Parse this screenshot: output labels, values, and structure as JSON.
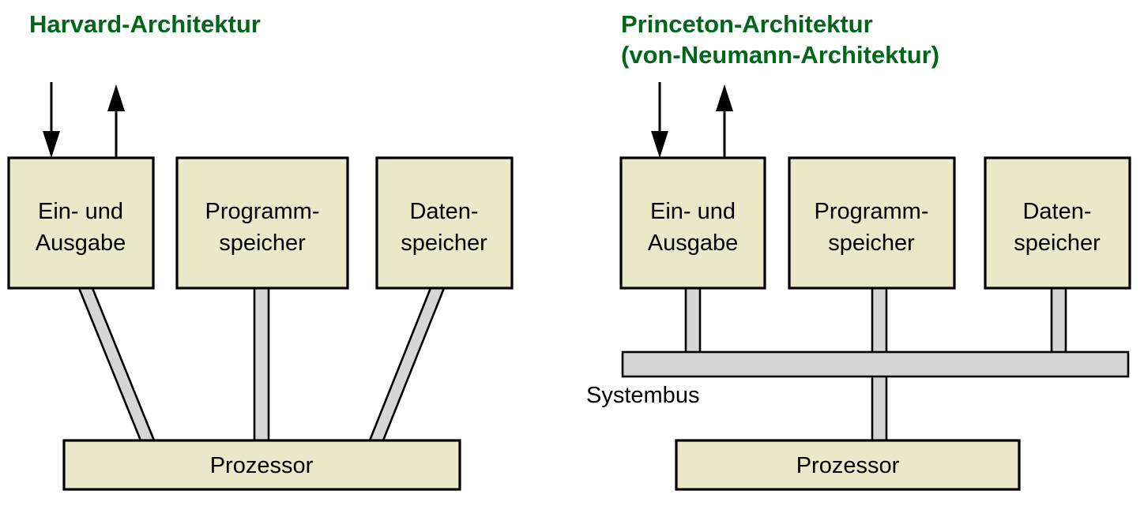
{
  "page": {
    "background": "#ffffff",
    "title_color": "#006619",
    "node_fill": "#e9e9c9",
    "node_stroke": "#000000",
    "bus_fill": "#d6d6d6"
  },
  "left_diagram": {
    "title_line1": "Harvard-Architektur",
    "nodes": [
      {
        "id": "io",
        "line1": "Ein- und",
        "line2": "Ausgabe"
      },
      {
        "id": "progmem",
        "line1": "Programm-",
        "line2": "speicher"
      },
      {
        "id": "datamem",
        "line1": "Daten-",
        "line2": "speicher"
      }
    ],
    "processor_label": "Prozessor",
    "arrows": [
      {
        "id": "input-arrow",
        "direction": "down"
      },
      {
        "id": "output-arrow",
        "direction": "up"
      }
    ]
  },
  "right_diagram": {
    "title_line1": "Princeton-Architektur",
    "title_line2": "(von-Neumann-Architektur)",
    "nodes": [
      {
        "id": "io",
        "line1": "Ein- und",
        "line2": "Ausgabe"
      },
      {
        "id": "progmem",
        "line1": "Programm-",
        "line2": "speicher"
      },
      {
        "id": "datamem",
        "line1": "Daten-",
        "line2": "speicher"
      }
    ],
    "processor_label": "Prozessor",
    "systembus_label": "Systembus",
    "arrows": [
      {
        "id": "input-arrow",
        "direction": "down"
      },
      {
        "id": "output-arrow",
        "direction": "up"
      }
    ]
  }
}
